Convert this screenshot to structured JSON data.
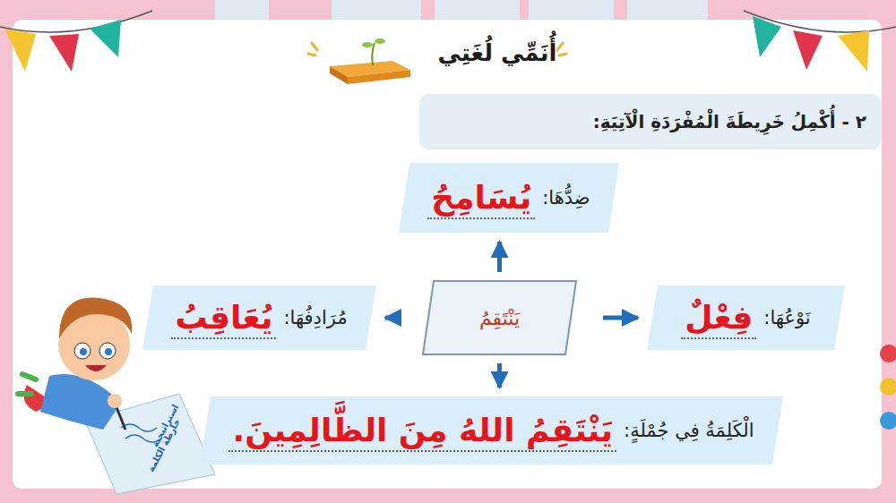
{
  "diagram": {
    "title": "أُنَمِّي لُغَتِي",
    "nodes": [
      {
        "text": [
          "٢ - أُكْمِلُ خَرِيطَةَ الْمُفْرَدَةِ الْآتِيَةِ:"
        ]
      },
      {
        "text": [
          "ضِدُّهَا:",
          "يُسَامِحُ"
        ]
      },
      {
        "text": [
          "نَوْعُهَا:",
          "فِعْلٌ"
        ]
      },
      {
        "text": [
          "يَنْتَقِمُ"
        ]
      },
      {
        "text": [
          "مُرَادِفُهَا:",
          "يُعَاقِبُ"
        ]
      },
      {
        "text": [
          "الْكَلِمَةُ فِي جُمْلَةٍ:",
          "يَنْتَقِمُ اللهُ مِنَ الظَّالِمِينَ."
        ]
      }
    ],
    "edges": [
      {
        "from": 3,
        "to": 1,
        "arrow": "to"
      },
      {
        "from": 3,
        "to": 2,
        "arrow": "to"
      },
      {
        "from": 3,
        "to": 4,
        "arrow": "to"
      },
      {
        "from": 3,
        "to": 5,
        "arrow": "to"
      }
    ],
    "labels": [
      "استراتيجية",
      "خارطة الكلمة"
    ]
  }
}
